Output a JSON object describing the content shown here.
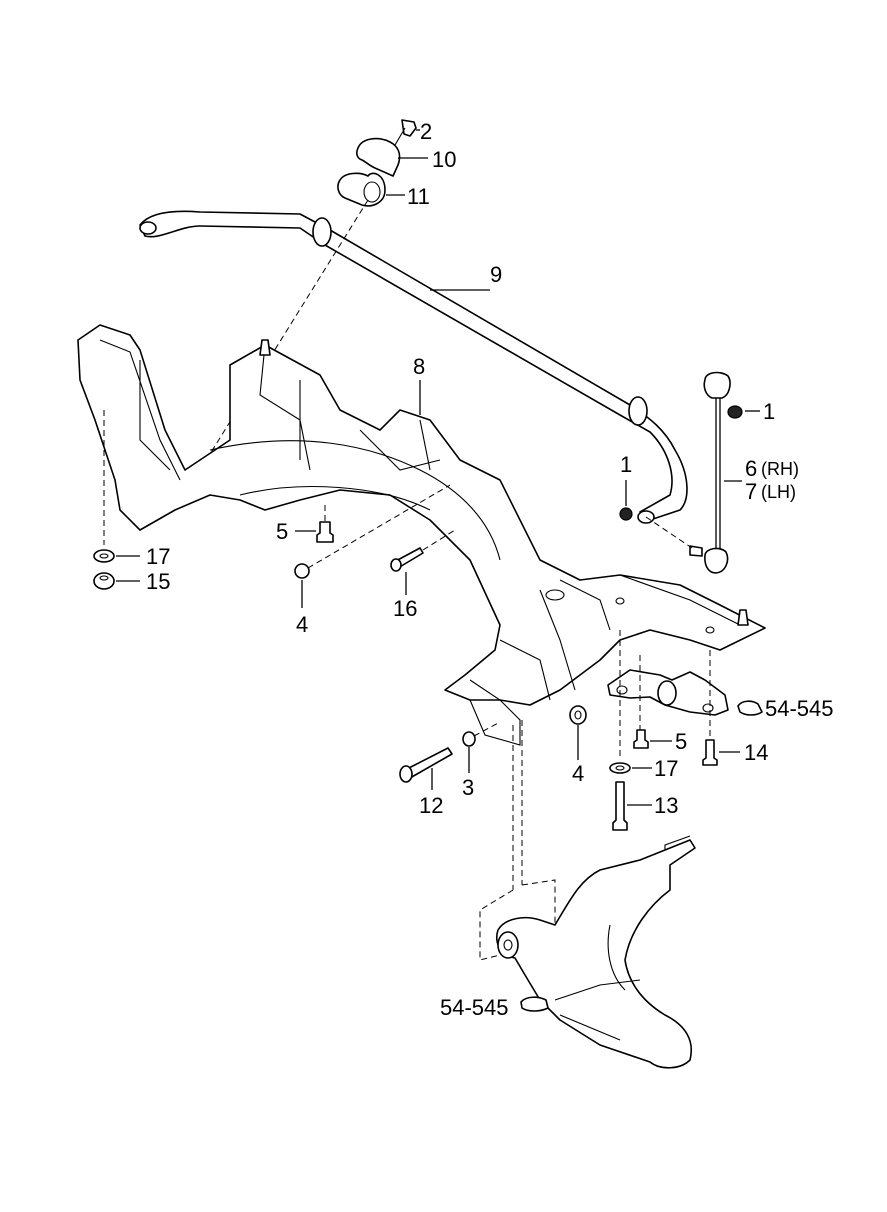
{
  "diagram": {
    "title": "Front crossmember, stabilizer bar and lower arm assembly",
    "callouts": [
      {
        "id": "c2",
        "text": "2"
      },
      {
        "id": "c10",
        "text": "10"
      },
      {
        "id": "c11",
        "text": "11"
      },
      {
        "id": "c9",
        "text": "9"
      },
      {
        "id": "c8",
        "text": "8"
      },
      {
        "id": "c1a",
        "text": "1"
      },
      {
        "id": "c1b",
        "text": "1"
      },
      {
        "id": "c6",
        "text": "6"
      },
      {
        "id": "c6s",
        "text": "(RH)"
      },
      {
        "id": "c7",
        "text": "7"
      },
      {
        "id": "c7s",
        "text": "(LH)"
      },
      {
        "id": "c17a",
        "text": "17"
      },
      {
        "id": "c15",
        "text": "15"
      },
      {
        "id": "c5a",
        "text": "5"
      },
      {
        "id": "c4a",
        "text": "4"
      },
      {
        "id": "c16",
        "text": "16"
      },
      {
        "id": "c54a",
        "text": "54-545"
      },
      {
        "id": "c5b",
        "text": "5"
      },
      {
        "id": "c14",
        "text": "14"
      },
      {
        "id": "c17b",
        "text": "17"
      },
      {
        "id": "c4b",
        "text": "4"
      },
      {
        "id": "c3",
        "text": "3"
      },
      {
        "id": "c12",
        "text": "12"
      },
      {
        "id": "c13",
        "text": "13"
      },
      {
        "id": "c54b",
        "text": "54-545"
      }
    ]
  }
}
